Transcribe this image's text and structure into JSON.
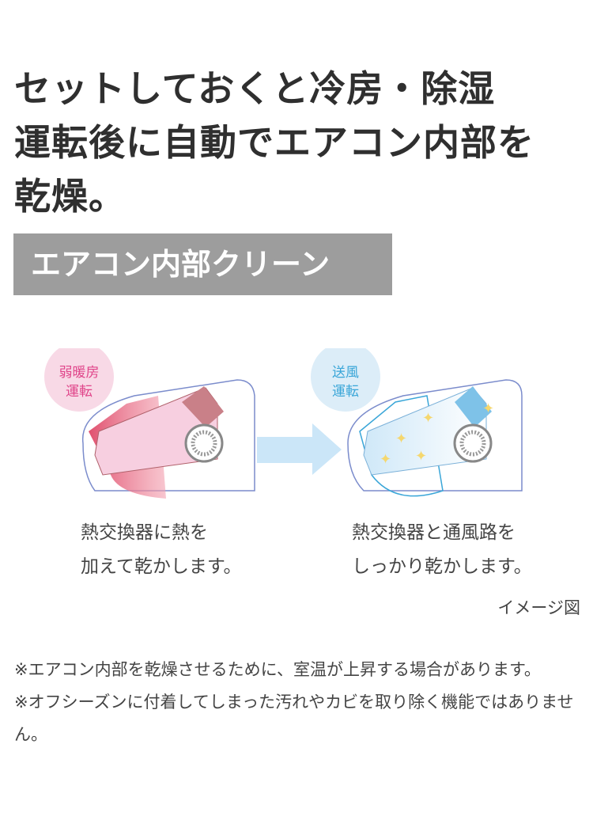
{
  "headline": [
    "セットしておくと冷房・除湿",
    "運転後に自動でエアコン内部を",
    "乾燥。"
  ],
  "banner": "エアコン内部クリーン",
  "steps": [
    {
      "badge": [
        "弱暖房",
        "運転"
      ],
      "caption": [
        "熱交換器に熱を",
        "加えて乾かします。"
      ],
      "color": "#e0458a"
    },
    {
      "badge": [
        "送風",
        "運転"
      ],
      "caption": [
        "熱交換器と通風路を",
        "しっかり乾かします。"
      ],
      "color": "#3aa6d8"
    }
  ],
  "image_note": "イメージ図",
  "notes": [
    "※エアコン内部を乾燥させるために、室温が上昇する場合があります。",
    "※オフシーズンに付着してしまった汚れやカビを取り除く機能ではありません。"
  ]
}
